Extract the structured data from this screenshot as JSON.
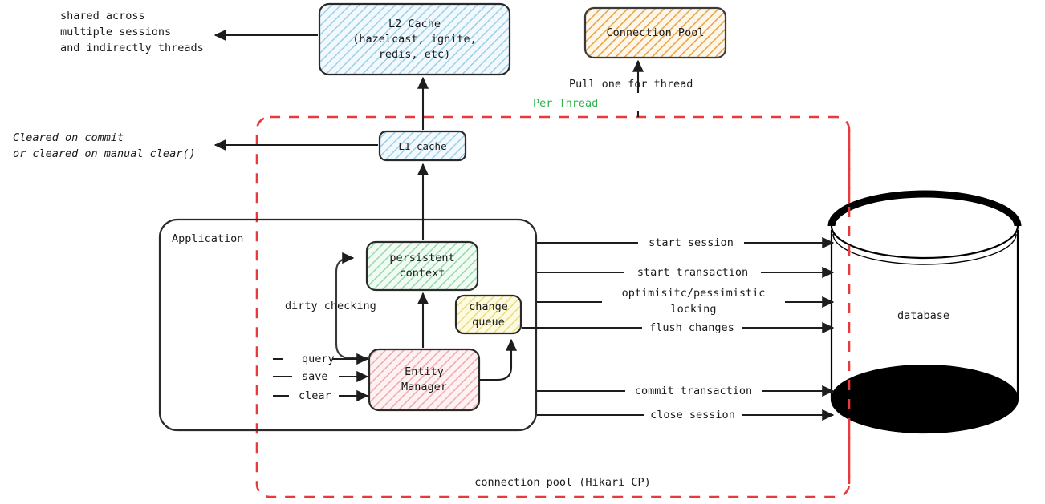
{
  "diagram": {
    "title": "Hibernate session / connection pool architecture",
    "nodes": {
      "l2_cache": {
        "label": "L2 Cache\n(hazelcast, ignite,\nredis, etc)",
        "fill": "#eaf4fb",
        "hatch": "#8ec6e6",
        "stroke": "#2a2a2a"
      },
      "connection_pool": {
        "label": "Connection Pool",
        "fill": "#fdf3e3",
        "hatch": "#e9a23b",
        "stroke": "#2a2a2a"
      },
      "l1_cache": {
        "label": "L1 cache",
        "fill": "#eaf4fb",
        "hatch": "#8ec6e6",
        "stroke": "#2a2a2a"
      },
      "application": {
        "label": "Application",
        "fill": "#ffffff",
        "stroke": "#2a2a2a"
      },
      "persistent_context": {
        "label": "persistent\ncontext",
        "fill": "#eefaf0",
        "hatch": "#5cc47e",
        "stroke": "#2a2a2a"
      },
      "change_queue": {
        "label": "change\nqueue",
        "fill": "#fdf8dd",
        "hatch": "#e8d25c",
        "stroke": "#2a2a2a"
      },
      "entity_manager": {
        "label": "Entity\nManager",
        "fill": "#fdeeee",
        "hatch": "#e69aa0",
        "stroke": "#2a2a2a"
      },
      "database": {
        "label": "database",
        "fill": "#ffffff",
        "stroke": "#000000"
      },
      "per_thread_boundary": {
        "label": "connection pool (Hikari CP)",
        "badge": "Per Thread",
        "stroke": "#e8393c",
        "badge_color": "#2eb24a"
      }
    },
    "annotations": {
      "l2_note": "shared across\nmultiple sessions\nand indirectly threads",
      "l1_note": "Cleared on commit\nor cleared on manual clear()",
      "pull_one": "Pull one for thread",
      "dirty_checking": "dirty checking"
    },
    "inputs": [
      {
        "label": "query"
      },
      {
        "label": "save"
      },
      {
        "label": "clear"
      }
    ],
    "db_operations": [
      {
        "label": "start session"
      },
      {
        "label": "start transaction"
      },
      {
        "label": "optimisitc/pessimistic\nlocking"
      },
      {
        "label": "flush changes"
      },
      {
        "label": "commit transaction"
      },
      {
        "label": "close session"
      }
    ]
  }
}
